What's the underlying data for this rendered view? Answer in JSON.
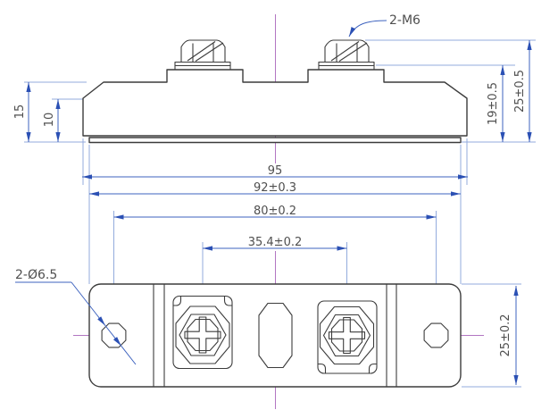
{
  "labels": {
    "thread_callout": "2-M6",
    "hole_callout": "2-Ø6.5"
  },
  "dimensions": {
    "height_body": "15",
    "height_step": "10",
    "height_terminal": "19±0.5",
    "height_overall": "25±0.5",
    "width_overall": "95",
    "width_base": "92±0.3",
    "hole_spacing": "80±0.2",
    "terminal_spacing": "35.4±0.2",
    "depth_overall": "25±0.2"
  },
  "colors": {
    "outline": "#3c3c3c",
    "dimension_line": "#3e63bf",
    "extension_line": "#93abdd",
    "arrow": "#2b50b4",
    "centerline": "#b276c2",
    "dimension_text": "#4f4f4f",
    "background": "#ffffff"
  }
}
